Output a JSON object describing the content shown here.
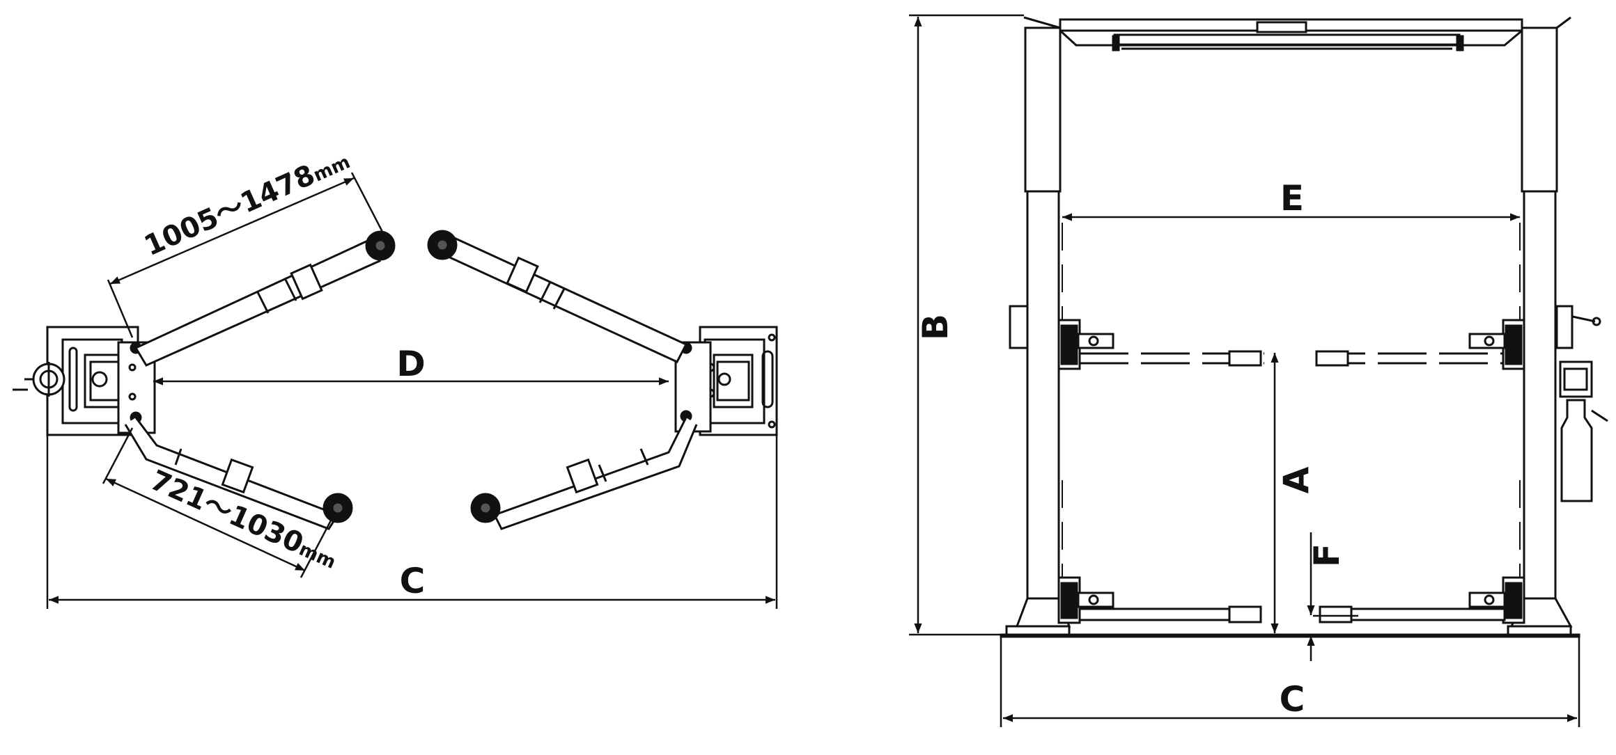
{
  "colors": {
    "ink": "#111111",
    "paper": "#ffffff"
  },
  "top_view": {
    "upper_arm_range": "1005～1478",
    "upper_arm_unit": "mm",
    "lower_arm_range": "721～1030",
    "lower_arm_unit": "mm",
    "label_d": "D",
    "label_c": "C"
  },
  "front_view": {
    "label_e": "E",
    "label_b": "B",
    "label_a": "A",
    "label_f": "F",
    "label_c": "C"
  }
}
